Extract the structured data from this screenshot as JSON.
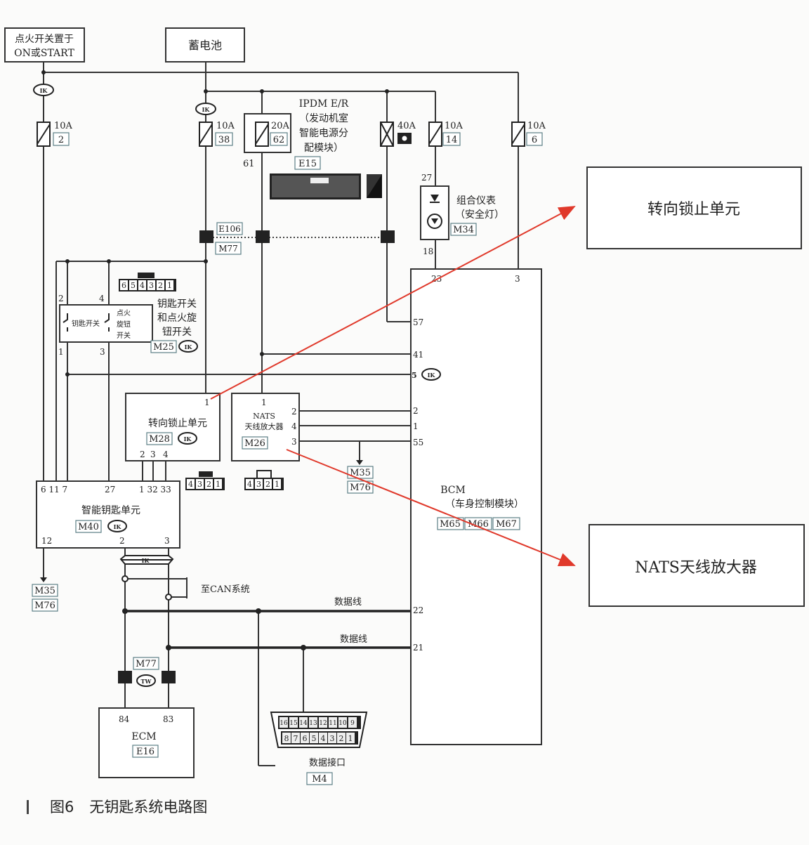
{
  "diagram": {
    "source_ign": {
      "line1": "点火开关置于",
      "line2": "ON或START"
    },
    "battery": "蓄电池",
    "ipdm": {
      "line1": "IPDM E/R",
      "line2": "（发动机室",
      "line3": "智能电源分",
      "line4": "配模块）",
      "code": "E15"
    },
    "fuses": {
      "f1": {
        "rating": "10A",
        "no": "2"
      },
      "f2": {
        "rating": "10A",
        "no": "38"
      },
      "f3": {
        "rating": "20A",
        "no": "62"
      },
      "f4": {
        "rating": "40A"
      },
      "f5": {
        "rating": "10A",
        "no": "14"
      },
      "f6": {
        "rating": "10A",
        "no": "6"
      }
    },
    "pin61": "61",
    "ik": "IK",
    "ign_connector_pins": [
      "6",
      "5",
      "4",
      "3",
      "2",
      "1"
    ],
    "key_switch": {
      "line1": "钥匙开关",
      "line2": "和点火旋",
      "line3": "钮开关",
      "code": "M25",
      "key": "钥匙开关",
      "knob1": "点火",
      "knob2": "旋钮",
      "knob3": "开关",
      "p2": "2",
      "p4": "4",
      "p1": "1",
      "p3": "3"
    },
    "e106": "E106",
    "m77_top": "M77",
    "meter": {
      "line1": "组合仪表",
      "line2": "（安全灯）",
      "code": "M34",
      "p27": "27",
      "p18": "18"
    },
    "steering_lock": {
      "name": "转向锁止单元",
      "code": "M28",
      "p1": "1",
      "p2": "2",
      "p3": "3",
      "p4": "4"
    },
    "nats": {
      "line1": "NATS",
      "line2": "天线放大器",
      "code": "M26",
      "p1": "1",
      "p2": "2",
      "p4": "4",
      "p3": "3"
    },
    "small_connector_pins": [
      "4",
      "3",
      "2",
      "1"
    ],
    "ground_mid": {
      "a": "M35",
      "b": "M76"
    },
    "ground_left": {
      "a": "M35",
      "b": "M76"
    },
    "smart_key": {
      "name": "智能钥匙单元",
      "code": "M40",
      "pins_top": "6 11 7",
      "p27": "27",
      "pins_right": "1 32 33",
      "p12": "12",
      "p2": "2",
      "p3": "3"
    },
    "bcm": {
      "line1": "BCM",
      "line2": "（车身控制模块）",
      "codes": [
        "M65",
        "M66",
        "M67"
      ],
      "p23": "23",
      "p3": "3",
      "p57": "57",
      "p41": "41",
      "p5": "5",
      "p2": "2",
      "p1": "1",
      "p55": "55",
      "p22": "22",
      "p21": "21"
    },
    "can": "至CAN系统",
    "data_line_1": "数据线",
    "data_line_2": "数据线",
    "m77_bottom": "M77",
    "tw": "TW",
    "ecm": {
      "name": "ECM",
      "code": "E16",
      "p84": "84",
      "p83": "83"
    },
    "dlc": {
      "name": "数据接口",
      "code": "M4",
      "row1": [
        "16",
        "15",
        "14",
        "13",
        "12",
        "11",
        "10",
        "9"
      ],
      "row2": [
        "8",
        "7",
        "6",
        "5",
        "4",
        "3",
        "2",
        "1"
      ]
    },
    "callout_lock": "转向锁止单元",
    "callout_nats": "NATS天线放大器"
  },
  "caption": {
    "number": "图6",
    "text": "无钥匙系统电路图"
  },
  "colors": {
    "wire": "#333333",
    "arrow": "#e0392b",
    "code_box": "#5c7f86"
  }
}
